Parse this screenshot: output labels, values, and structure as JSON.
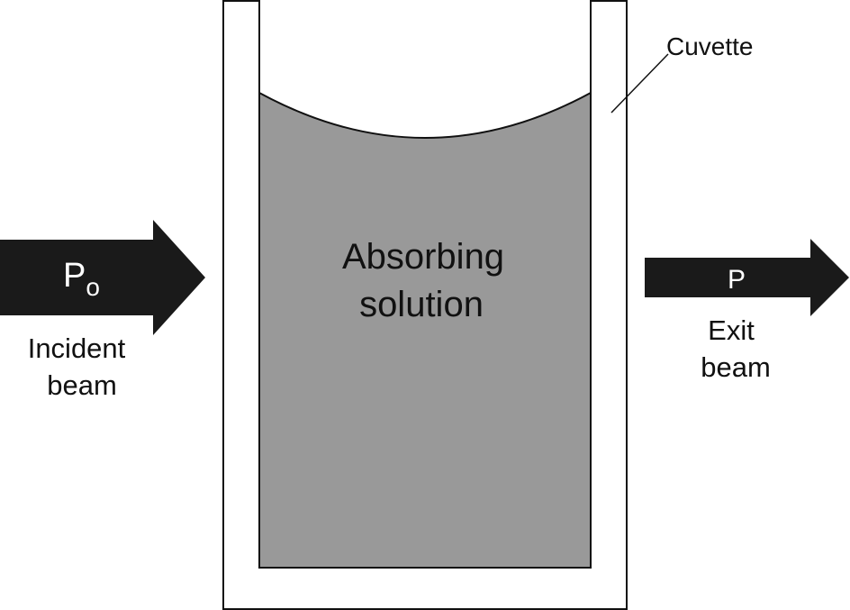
{
  "incident": {
    "symbol": "P",
    "subscript": "o",
    "label_line1": "Incident",
    "label_line2": "beam"
  },
  "exit": {
    "symbol": "P",
    "label_line1": "Exit",
    "label_line2": "beam"
  },
  "solution": {
    "line1": "Absorbing",
    "line2": "solution"
  },
  "cuvette": {
    "label": "Cuvette"
  },
  "colors": {
    "arrow": "#1a1a1a",
    "solution_fill": "#999999",
    "outline": "#111111",
    "background": "#ffffff"
  }
}
